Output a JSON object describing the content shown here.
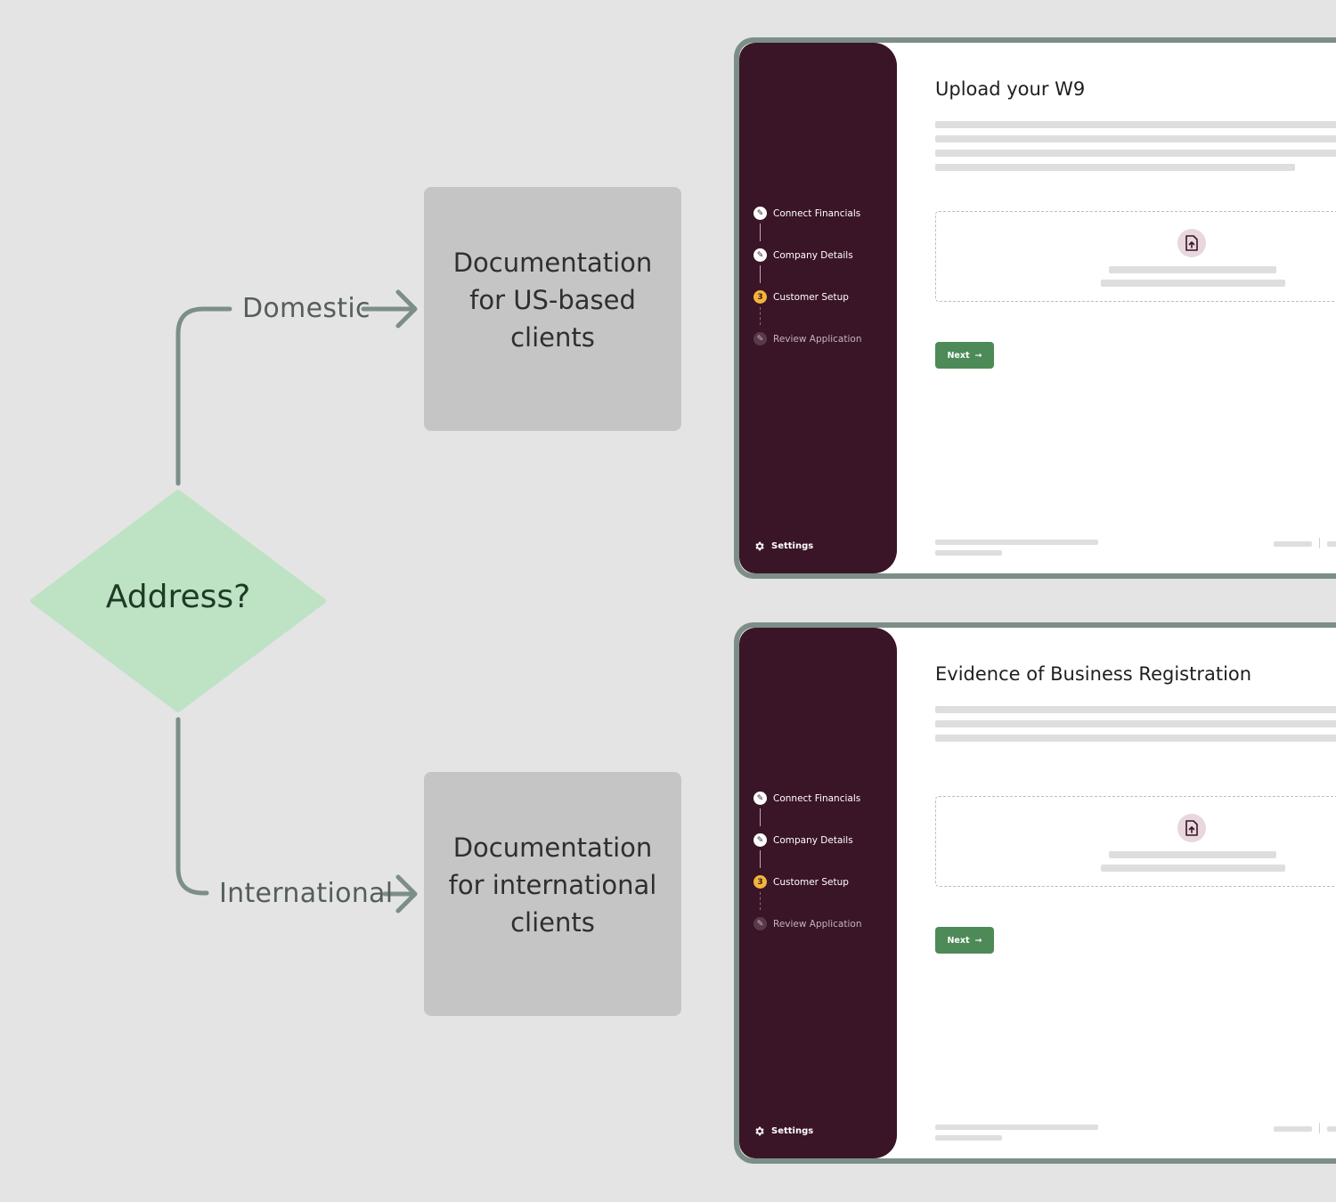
{
  "decision": {
    "label": "Address?"
  },
  "branches": {
    "domestic": {
      "label": "Domestic",
      "target": "Documentation for US-based clients"
    },
    "international": {
      "label": "International",
      "target": "Documentation for international clients"
    }
  },
  "screens": [
    {
      "title": "Upload your W9",
      "steps": [
        {
          "label": "Connect Financials",
          "state": "done",
          "icon": "pencil-icon"
        },
        {
          "label": "Company Details",
          "state": "done",
          "icon": "pencil-icon"
        },
        {
          "label": "Customer Setup",
          "state": "active",
          "number": "3"
        },
        {
          "label": "Review Application",
          "state": "pending",
          "icon": "pencil-icon"
        }
      ],
      "settings_label": "Settings",
      "next_label": "Next"
    },
    {
      "title": "Evidence of Business Registration",
      "steps": [
        {
          "label": "Connect Financials",
          "state": "done",
          "icon": "pencil-icon"
        },
        {
          "label": "Company Details",
          "state": "done",
          "icon": "pencil-icon"
        },
        {
          "label": "Customer Setup",
          "state": "active",
          "number": "3"
        },
        {
          "label": "Review Application",
          "state": "pending",
          "icon": "pencil-icon"
        }
      ],
      "settings_label": "Settings",
      "next_label": "Next"
    }
  ],
  "colors": {
    "background": "#e4e4e4",
    "connector": "#7c8e88",
    "decision_fill": "#bde2c4",
    "doc_box": "#c5c5c5",
    "sidebar": "#3a1427",
    "active_step": "#f2b53a",
    "next_button": "#4d8a58"
  }
}
